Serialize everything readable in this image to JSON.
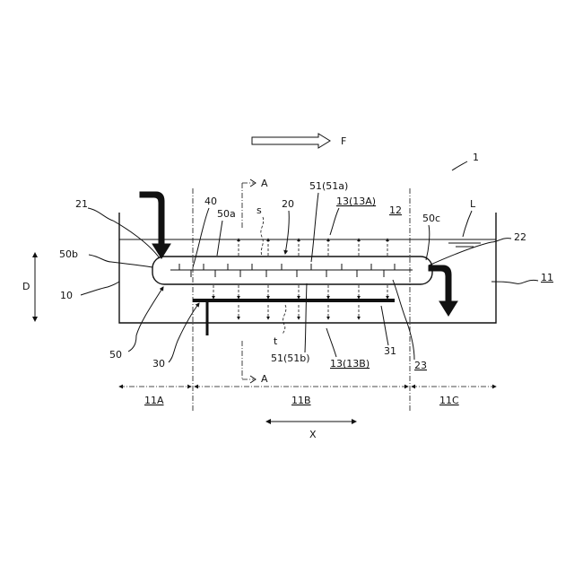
{
  "labels": {
    "F": "F",
    "n1": "1",
    "A_top": "A",
    "A_bottom": "A",
    "n51a": "51(51a)",
    "n13A": "13(13A)",
    "n40": "40",
    "n50a": "50a",
    "s": "s",
    "n20": "20",
    "n12": "12",
    "n50c": "50c",
    "L": "L",
    "n21": "21",
    "n22": "22",
    "n50b": "50b",
    "D": "D",
    "n10": "10",
    "n11": "11",
    "n50": "50",
    "n30": "30",
    "t": "t",
    "n51b": "51(51b)",
    "n13B": "13(13B)",
    "n31": "31",
    "n23": "23",
    "n11A": "11A",
    "n11B": "11B",
    "n11C": "11C",
    "X": "X"
  }
}
